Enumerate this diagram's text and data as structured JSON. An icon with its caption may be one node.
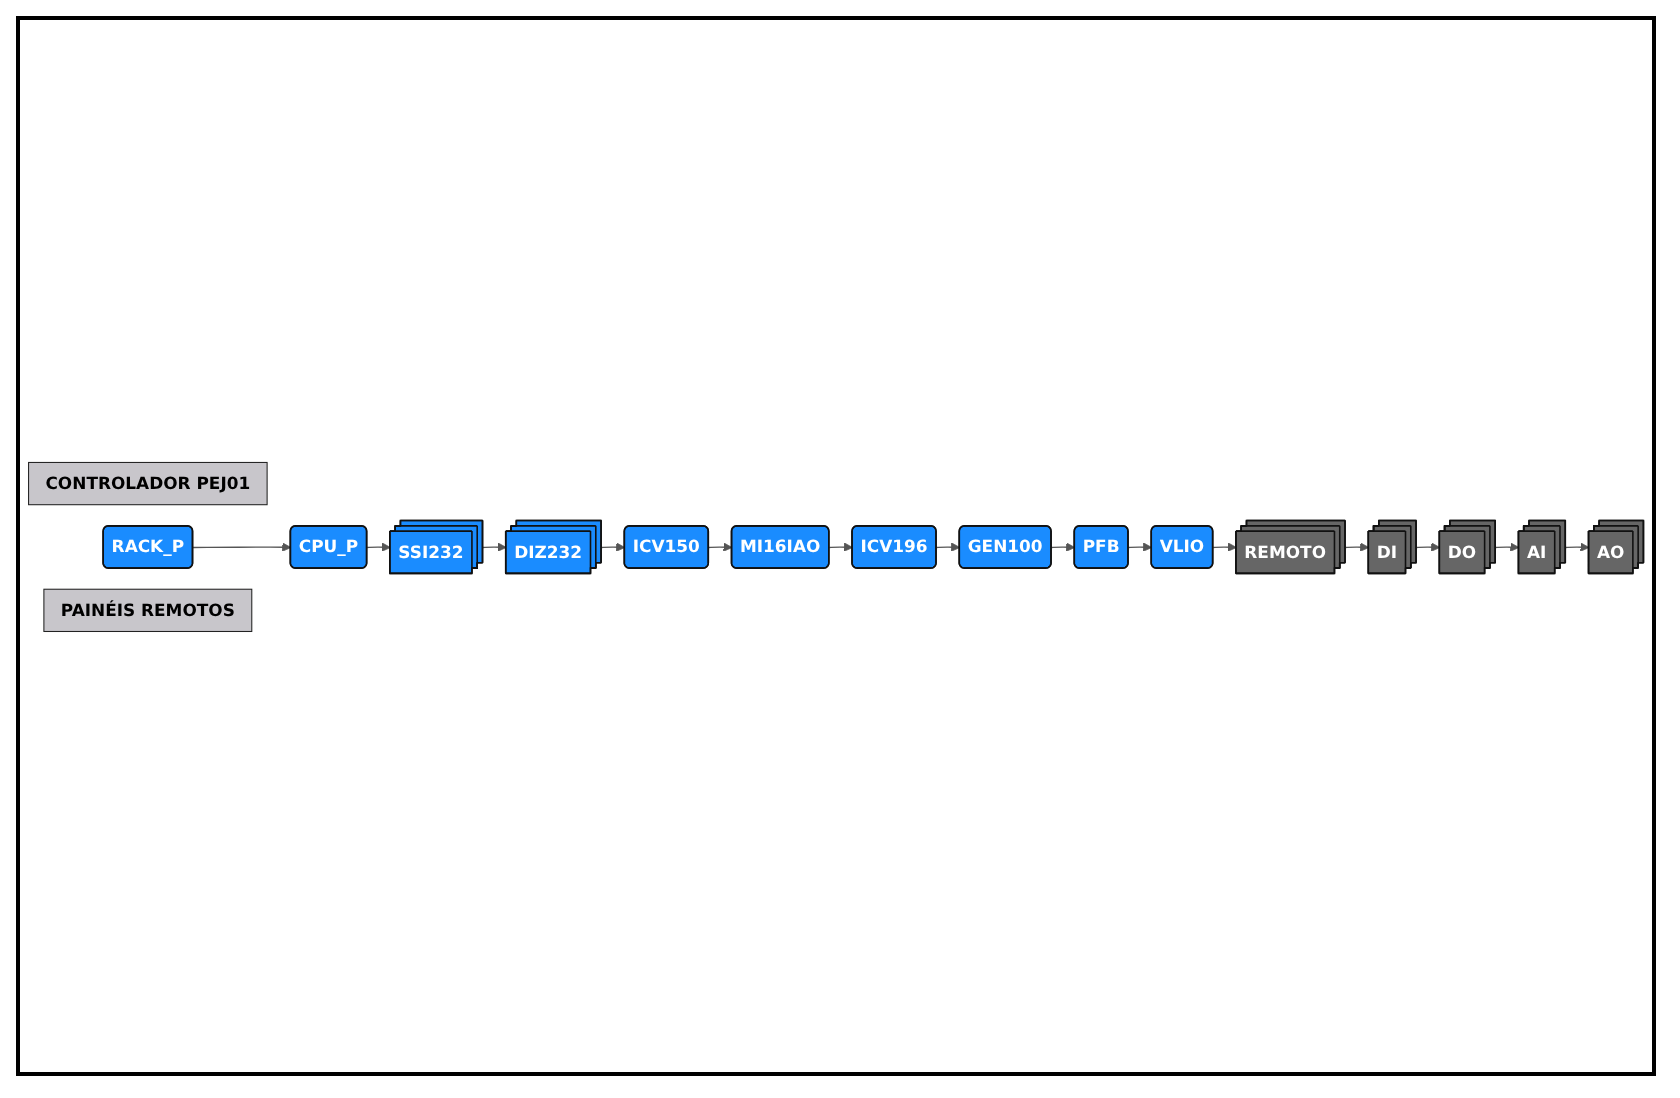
{
  "diagram": {
    "nodes": [
      {
        "text": [
          "CONTROLADOR PEJ01"
        ]
      },
      {
        "text": [
          "RACK_P"
        ]
      },
      {
        "text": [
          "CPU_P"
        ]
      },
      {
        "text": [
          "SSI232"
        ]
      },
      {
        "text": [
          "DIZ232"
        ]
      },
      {
        "text": [
          "ICV150"
        ]
      },
      {
        "text": [
          "MI16IAO"
        ]
      },
      {
        "text": [
          "ICV196"
        ]
      },
      {
        "text": [
          "GEN100"
        ]
      },
      {
        "text": [
          "PFB"
        ]
      },
      {
        "text": [
          "VLIO"
        ]
      },
      {
        "text": [
          "PAINÉIS REMOTOS"
        ]
      },
      {
        "text": [
          "REMOTO"
        ]
      },
      {
        "text": [
          "DI"
        ]
      },
      {
        "text": [
          "DO"
        ]
      },
      {
        "text": [
          "AI"
        ]
      },
      {
        "text": [
          "AO"
        ]
      }
    ],
    "edges": [
      {
        "from": 1,
        "to": 2,
        "arrow": "to"
      },
      {
        "from": 2,
        "to": 3,
        "arrow": "to"
      },
      {
        "from": 3,
        "to": 4,
        "arrow": "to"
      },
      {
        "from": 4,
        "to": 5,
        "arrow": "to"
      },
      {
        "from": 5,
        "to": 6,
        "arrow": "to"
      },
      {
        "from": 6,
        "to": 7,
        "arrow": "to"
      },
      {
        "from": 7,
        "to": 8,
        "arrow": "to"
      },
      {
        "from": 8,
        "to": 9,
        "arrow": "to"
      },
      {
        "from": 9,
        "to": 10,
        "arrow": "to"
      },
      {
        "from": 10,
        "to": 12,
        "arrow": "to"
      },
      {
        "from": 12,
        "to": 13,
        "arrow": "to"
      },
      {
        "from": 13,
        "to": 14,
        "arrow": "to"
      },
      {
        "from": 14,
        "to": 15,
        "arrow": "to"
      },
      {
        "from": 15,
        "to": 16,
        "arrow": "to"
      }
    ]
  }
}
